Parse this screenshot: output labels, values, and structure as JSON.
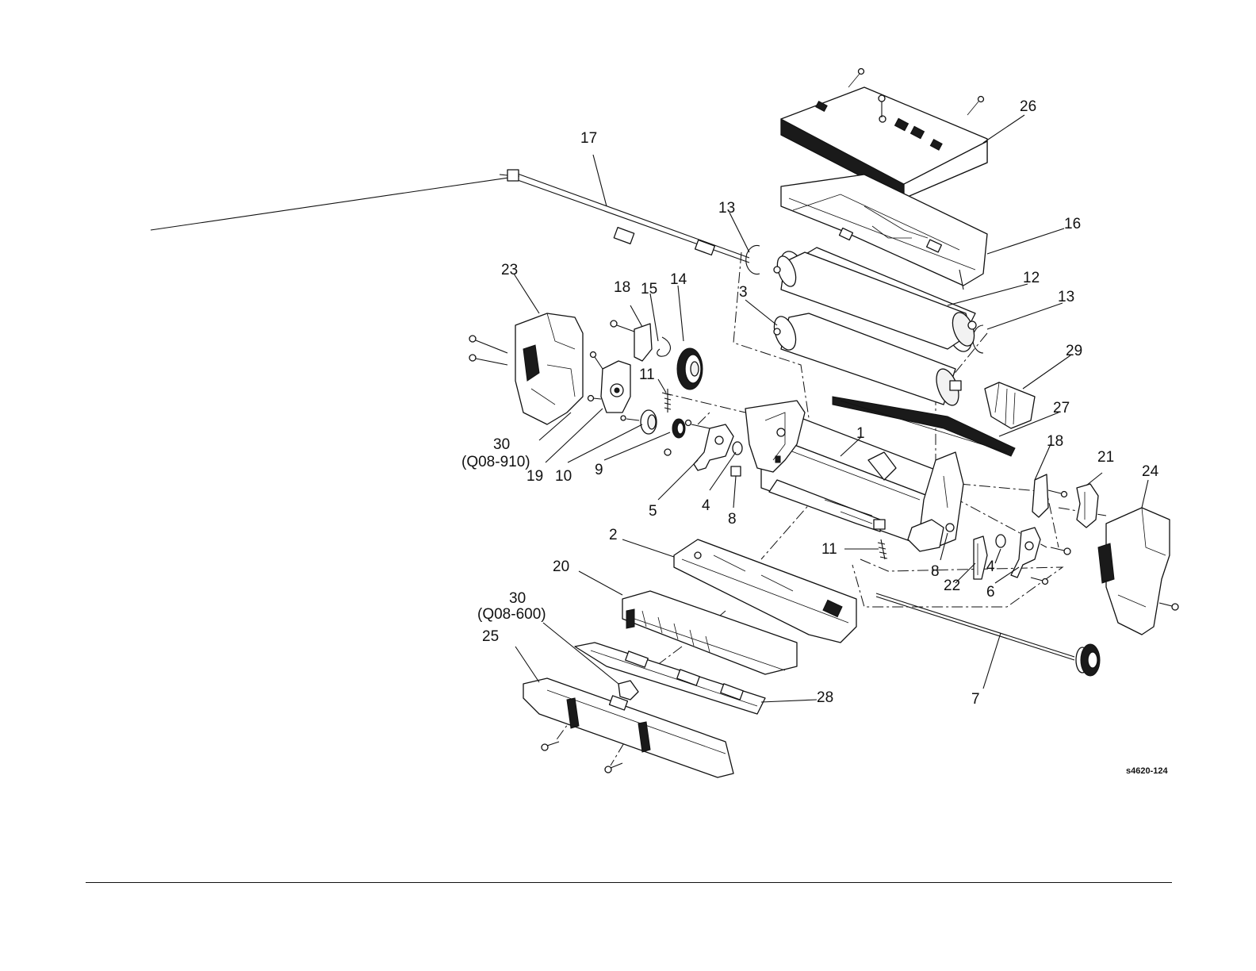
{
  "figure": {
    "id_label": "s4620-124",
    "callouts": [
      {
        "key": "c1",
        "text": "1"
      },
      {
        "key": "c2",
        "text": "2"
      },
      {
        "key": "c3",
        "text": "3"
      },
      {
        "key": "c4a",
        "text": "4"
      },
      {
        "key": "c4b",
        "text": "4"
      },
      {
        "key": "c5",
        "text": "5"
      },
      {
        "key": "c6",
        "text": "6"
      },
      {
        "key": "c7",
        "text": "7"
      },
      {
        "key": "c8a",
        "text": "8"
      },
      {
        "key": "c8b",
        "text": "8"
      },
      {
        "key": "c9",
        "text": "9"
      },
      {
        "key": "c10",
        "text": "10"
      },
      {
        "key": "c11a",
        "text": "11"
      },
      {
        "key": "c11b",
        "text": "11"
      },
      {
        "key": "c12",
        "text": "12"
      },
      {
        "key": "c13a",
        "text": "13"
      },
      {
        "key": "c13b",
        "text": "13"
      },
      {
        "key": "c14",
        "text": "14"
      },
      {
        "key": "c15",
        "text": "15"
      },
      {
        "key": "c16",
        "text": "16"
      },
      {
        "key": "c17",
        "text": "17"
      },
      {
        "key": "c18a",
        "text": "18"
      },
      {
        "key": "c18b",
        "text": "18"
      },
      {
        "key": "c19",
        "text": "19"
      },
      {
        "key": "c20",
        "text": "20"
      },
      {
        "key": "c21",
        "text": "21"
      },
      {
        "key": "c22",
        "text": "22"
      },
      {
        "key": "c23",
        "text": "23"
      },
      {
        "key": "c24",
        "text": "24"
      },
      {
        "key": "c25",
        "text": "25"
      },
      {
        "key": "c26",
        "text": "26"
      },
      {
        "key": "c27",
        "text": "27"
      },
      {
        "key": "c28",
        "text": "28"
      },
      {
        "key": "c29",
        "text": "29"
      },
      {
        "key": "c30a",
        "text": "30"
      },
      {
        "key": "c30a_ref",
        "text": "(Q08-910)"
      },
      {
        "key": "c30b",
        "text": "30"
      },
      {
        "key": "c30b_ref",
        "text": "(Q08-600)"
      }
    ]
  }
}
